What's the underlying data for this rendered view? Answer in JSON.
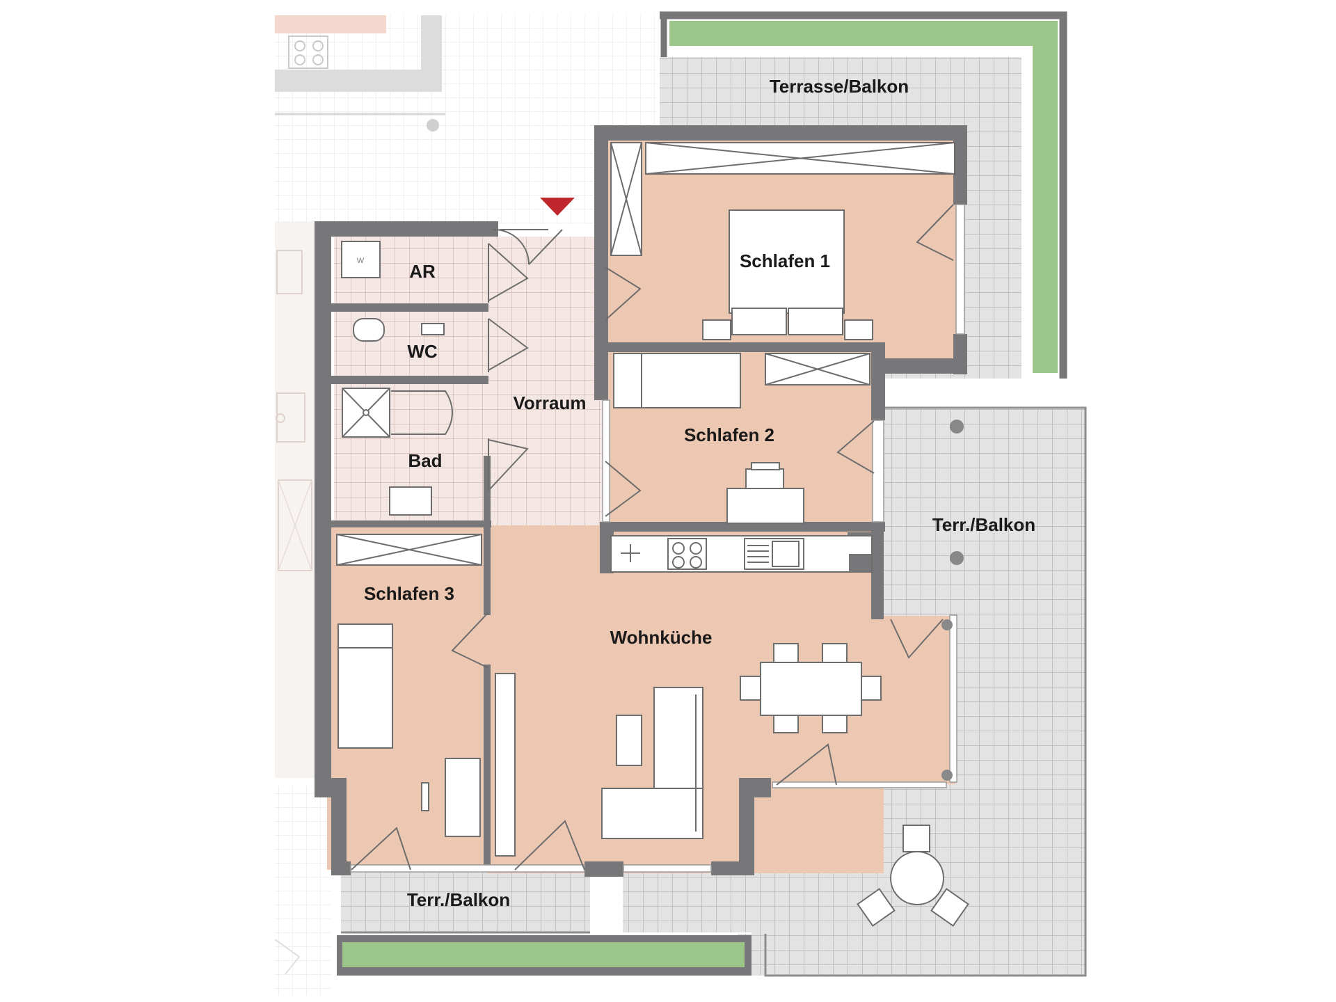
{
  "rooms": {
    "terrasse_balkon_top": "Terrasse/Balkon",
    "ar": "AR",
    "wc": "WC",
    "bad": "Bad",
    "vorraum": "Vorraum",
    "schlafen_1": "Schlafen 1",
    "schlafen_2": "Schlafen 2",
    "schlafen_3": "Schlafen 3",
    "wohnkueche": "Wohnküche",
    "terr_balkon_right": "Terr./Balkon",
    "terr_balkon_bottom": "Terr./Balkon"
  },
  "fixtures": {
    "washer_letter": "W"
  },
  "colors": {
    "wall": "#77777a",
    "room_fill": "#ecc7b2",
    "wet_room_tile": "#f3e4e0",
    "terrace_tile": "#e1e1e1",
    "green_planter": "#9cc58a",
    "entrance_marker": "#c0272d"
  }
}
